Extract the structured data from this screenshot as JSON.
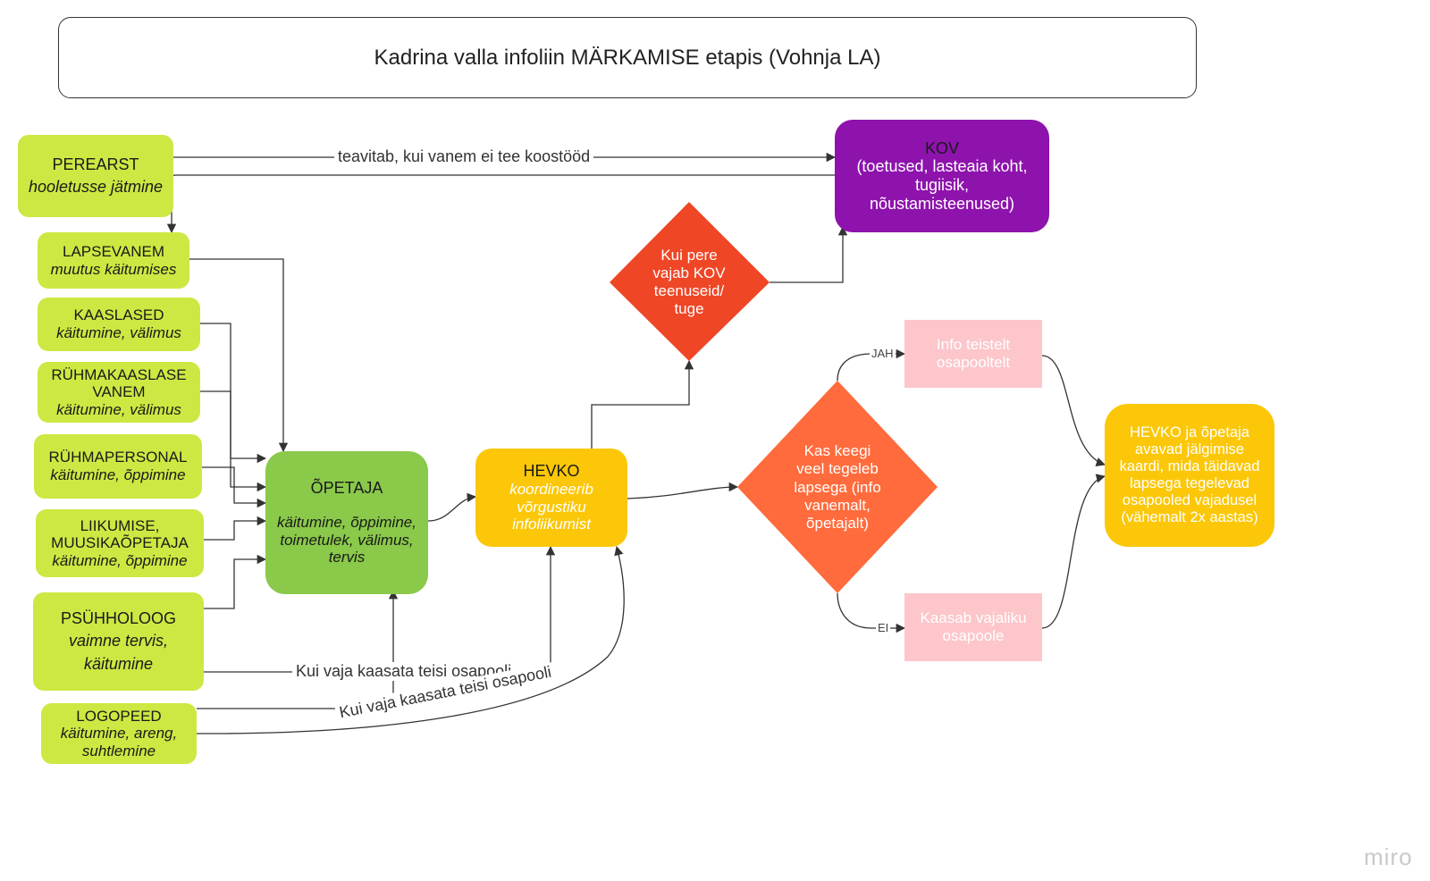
{
  "title": "Kadrina valla infoliin MÄRKAMISE etapis (Vohnja LA)",
  "sources": {
    "perearst": {
      "title": "PEREARST",
      "sub": "hooletusse jätmine"
    },
    "lapsevanem": {
      "title": "LAPSEVANEM",
      "sub": "muutus käitumises"
    },
    "kaaslased": {
      "title": "KAASLASED",
      "sub": "käitumine, välimus"
    },
    "ryhmakaaslase_vanem": {
      "title": "RÜHMAKAASLASE VANEM",
      "sub": "käitumine, välimus"
    },
    "ryhmapersonal": {
      "title": "RÜHMAPERSONAL",
      "sub": "käitumine, õppimine"
    },
    "liikumise": {
      "title": "LIIKUMISE, MUUSIKAÕPETAJA",
      "sub": "käitumine, õppimine"
    },
    "psyhholoog": {
      "title": "PSÜHHOLOOG",
      "sub": "vaimne tervis, käitumine"
    },
    "logopeed": {
      "title": "LOGOPEED",
      "sub": "käitumine, areng, suhtlemine"
    }
  },
  "opetaja": {
    "title": "ÕPETAJA",
    "sub": "käitumine, õppimine, toimetulek, välimus, tervis"
  },
  "hevko": {
    "title": "HEVKO",
    "sub": "koordineerib võrgustiku infoliikumist"
  },
  "kov": {
    "title": "KOV",
    "sub": "(toetused, lasteaia koht, tugiisik, nõustamisteenused)"
  },
  "decision_kov": {
    "lines": [
      "Kui pere",
      "vajab KOV",
      "teenuseid/",
      "tuge"
    ]
  },
  "decision_keegi": {
    "lines": [
      "Kas keegi",
      "veel tegeleb",
      "lapsega (info",
      "vanemalt,",
      "õpetajalt)"
    ]
  },
  "info_teistelt": "Info teistelt osapooltelt",
  "kaasab": "Kaasab vajaliku osapoole",
  "final": "HEVKO ja õpetaja avavad jälgimise kaardi, mida täidavad lapsega tegelevad osapooled vajadusel (vähemalt 2x aastas)",
  "edge_labels": {
    "teavitab": "teavitab, kui vanem ei tee koostööd",
    "kaasata1": "Kui vaja kaasata teisi osapooli",
    "kaasata2": "Kui vaja kaasata teisi osapooli",
    "jah": "JAH",
    "ei": "EI"
  },
  "brand": "miro",
  "colors": {
    "lime": "#cde842",
    "green": "#8ac94a",
    "yellow": "#fbc708",
    "purple": "#8e13ad",
    "red": "#ef4626",
    "orange": "#ff6b3c",
    "pink": "#fcc6ca"
  }
}
